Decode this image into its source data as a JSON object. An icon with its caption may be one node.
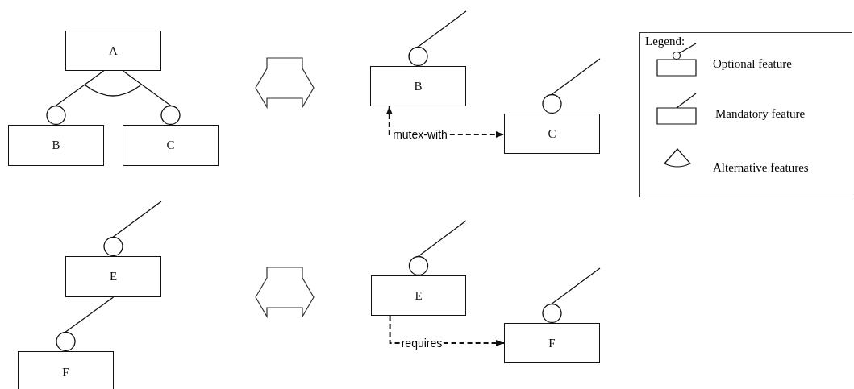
{
  "diagram": {
    "nodes": [
      {
        "text": [
          "A"
        ]
      },
      {
        "text": [
          "B"
        ]
      },
      {
        "text": [
          "C"
        ]
      },
      {
        "text": [
          "B"
        ]
      },
      {
        "text": [
          "C"
        ]
      },
      {
        "text": [
          "E"
        ]
      },
      {
        "text": [
          "F"
        ]
      },
      {
        "text": [
          "E"
        ]
      },
      {
        "text": [
          "F"
        ]
      }
    ],
    "edges": [
      {
        "from": 0,
        "to": 1,
        "arrow": "other"
      },
      {
        "from": 0,
        "to": 2,
        "arrow": "other"
      },
      {
        "from": null,
        "to": 3,
        "arrow": "other"
      },
      {
        "from": null,
        "to": 4,
        "arrow": "other"
      },
      {
        "from": 3,
        "to": 4,
        "arrow": "both",
        "label": "mutex-with",
        "style": "dashed"
      },
      {
        "from": null,
        "to": 5,
        "arrow": "other"
      },
      {
        "from": 5,
        "to": 6,
        "arrow": "other"
      },
      {
        "from": null,
        "to": 7,
        "arrow": "other"
      },
      {
        "from": null,
        "to": 8,
        "arrow": "other"
      },
      {
        "from": 7,
        "to": 8,
        "arrow": "to",
        "label": "requires",
        "style": "dashed"
      }
    ],
    "labels": [
      "Legend:"
    ],
    "legend": [
      {
        "text": "Optional feature"
      },
      {
        "text": "Mandatory feature"
      },
      {
        "text": "Alternative features"
      }
    ]
  }
}
